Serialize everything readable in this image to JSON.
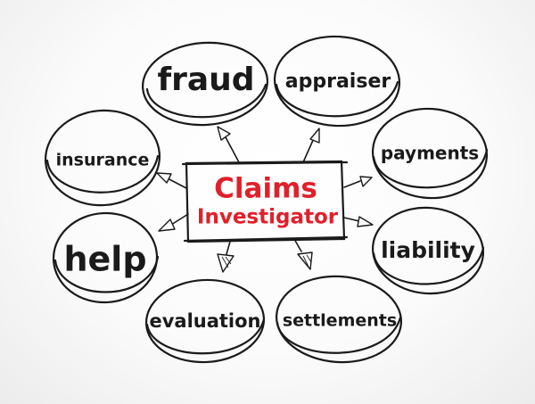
{
  "center": {
    "line1": "Claims",
    "line2": "Investigator",
    "color": "#e0202a"
  },
  "nodes": [
    {
      "id": "fraud",
      "label": "fraud"
    },
    {
      "id": "appraiser",
      "label": "appraiser"
    },
    {
      "id": "insurance",
      "label": "insurance"
    },
    {
      "id": "payments",
      "label": "payments"
    },
    {
      "id": "help",
      "label": "help"
    },
    {
      "id": "liability",
      "label": "liability"
    },
    {
      "id": "evaluation",
      "label": "evaluation"
    },
    {
      "id": "settlements",
      "label": "settlements"
    }
  ],
  "colors": {
    "ink": "#1a1a1a",
    "accent": "#e0202a"
  }
}
